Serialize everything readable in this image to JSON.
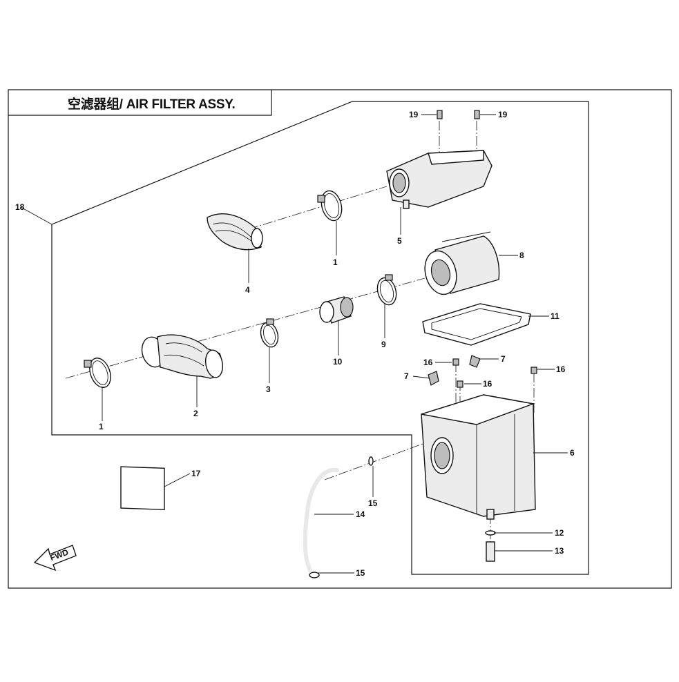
{
  "diagram": {
    "title": "空滤器组/ AIR FILTER ASSY.",
    "fwd_label": "FWD",
    "callouts": {
      "c1a": "1",
      "c1b": "1",
      "c2": "2",
      "c3": "3",
      "c4": "4",
      "c5": "5",
      "c6": "6",
      "c7a": "7",
      "c7b": "7",
      "c8": "8",
      "c9": "9",
      "c10": "10",
      "c11": "11",
      "c12": "12",
      "c13": "13",
      "c14": "14",
      "c15a": "15",
      "c15b": "15",
      "c16a": "16",
      "c16b": "16",
      "c16c": "16",
      "c17": "17",
      "c18": "18",
      "c19a": "19",
      "c19b": "19"
    }
  }
}
